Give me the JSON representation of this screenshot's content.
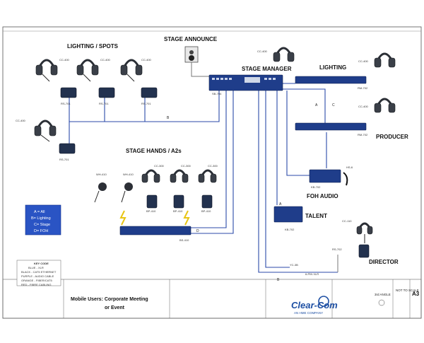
{
  "groups": {
    "lighting_spots": "LIGHTING / SPOTS",
    "stage_announce": "STAGE ANNOUNCE",
    "stage_manager": "STAGE MANAGER",
    "lighting": "LIGHTING",
    "producer": "PRODUCER",
    "stage_hands": "STAGE HANDS / A2s",
    "foh_audio": "FOH AUDIO",
    "talent": "TALENT",
    "director": "DIRECTOR"
  },
  "devices": {
    "cc400": "CC-400",
    "cc300": "CC-300",
    "cc110": "CC-110",
    "rs701": "RS-701",
    "rm702": "RM-702",
    "sb704": "SB-704",
    "kb702": "KB-702",
    "hs6": "HS-6",
    "bp410": "BP-410",
    "wh410": "WH-410",
    "bs410": "BS-410",
    "rs702": "RS-702",
    "yc3b": "YC-3B",
    "xlr6pin": "6-PIN XLR"
  },
  "channel_letters": {
    "a": "A",
    "b": "B",
    "c": "C",
    "d": "D"
  },
  "legend": {
    "a": "A = All",
    "b": "B= Lighting",
    "c": "C= Stage",
    "d": "D= FOH"
  },
  "key_code": {
    "title": "KEY CODE",
    "lines": [
      "BLUE - XLR",
      "BLACK - CAT5 ETHERNET",
      "PURPLE - AUDIO CABLE",
      "ORANGE - FIBER/CAT5",
      "RED - FIBRE CABLING"
    ]
  },
  "title_block": {
    "title_line1": "Mobile Users: Corporate Meeting",
    "title_line2": "or Event",
    "brand": "Clear-Com",
    "brand_sub": "AN HME COMPANY",
    "size": "A3",
    "not_to_scale": "NOT TO SCALE",
    "third_angle": "3rd ANGLE"
  },
  "colors": {
    "device_blue": "#1f3d8a",
    "cable_blue": "#2b4aa8",
    "legend_bg": "#2a54c4",
    "brand_blue": "#1d4fa3"
  }
}
